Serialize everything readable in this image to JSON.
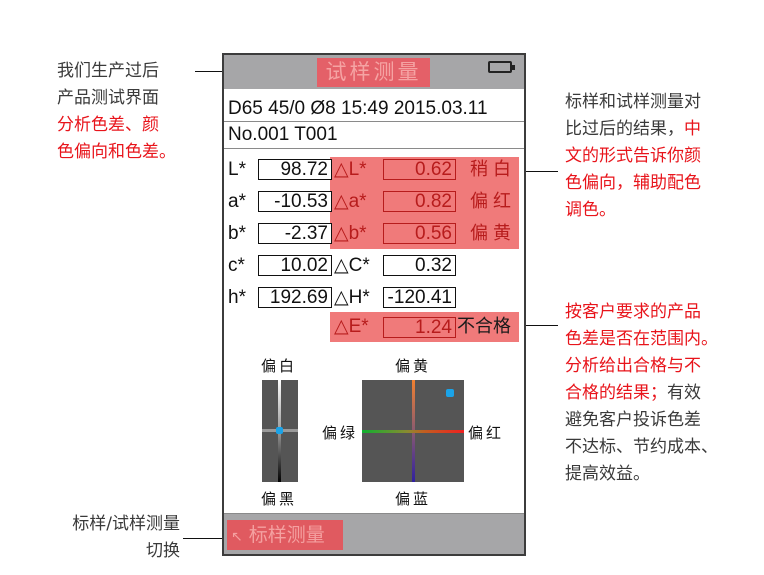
{
  "annotations": {
    "top_left": {
      "lines_plain": [
        "我们生产过后",
        "产品测试界面"
      ],
      "lines_red": [
        "分析色差、颜",
        "色偏向和色差。"
      ]
    },
    "top_right": {
      "line1": "标样和试样测量对",
      "line2_plain": "比过后的结果，",
      "line2_red": "中",
      "lines_red": [
        "文的形式告诉你颜",
        "色偏向，辅助配色",
        "调色。"
      ]
    },
    "mid_right": {
      "lines_red": [
        "按客户要求的产品",
        "色差是否在范围内。",
        "分析给出合格与不"
      ],
      "line4_red": "合格的结果；",
      "line4_plain": "有效",
      "lines_plain": [
        "避免客户投诉色差",
        "不达标、节约成本、",
        "提高效益。"
      ]
    },
    "bottom_left": {
      "line1": "标样/试样测量",
      "line2": "切换"
    }
  },
  "device": {
    "title": "试样测量",
    "battery_icon": "battery-icon",
    "info_line": "D65 45/0 Ø8 15:49 2015.03.11",
    "sample_line": "No.001  T001",
    "measurements": [
      {
        "label": "L*",
        "value": "98.72",
        "delta_label": "△L*",
        "delta_value": "0.62",
        "verdict": "稍白"
      },
      {
        "label": "a*",
        "value": "-10.53",
        "delta_label": "△a*",
        "delta_value": "0.82",
        "verdict": "偏红"
      },
      {
        "label": "b*",
        "value": "-2.37",
        "delta_label": "△b*",
        "delta_value": "0.56",
        "verdict": "偏黄"
      },
      {
        "label": "c*",
        "value": "10.02",
        "delta_label": "△C*",
        "delta_value": "0.32"
      },
      {
        "label": "h*",
        "value": "192.69",
        "delta_label": "△H*",
        "delta_value": "-120.41"
      }
    ],
    "delta_e": {
      "label": "△E*",
      "value": "1.24",
      "verdict": "不合格"
    },
    "lightness_graph": {
      "top": "偏白",
      "bottom": "偏黑"
    },
    "ab_graph": {
      "top": "偏黄",
      "bottom": "偏蓝",
      "left": "偏绿",
      "right": "偏红"
    },
    "footer_button": "标样测量",
    "footer_icon": "arrow-up-left-icon"
  },
  "colors": {
    "highlight": "#f07a7a",
    "annotation_red": "#e8141b",
    "marker": "#1aa3e8",
    "plot_bg": "#555555",
    "bar_gray": "#a6a6a8"
  }
}
